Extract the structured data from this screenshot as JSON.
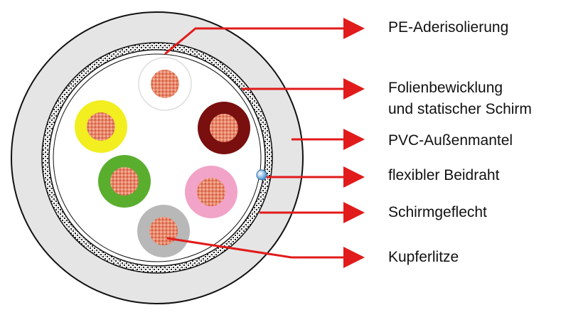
{
  "labels": {
    "insulation": "PE-Aderisolierung",
    "foil_line1": "Folienbewicklung",
    "foil_line2": "und statischer Schirm",
    "jacket": "PVC-Außenmantel",
    "drain_wire": "flexibler Beidraht",
    "braid": "Schirmgeflecht",
    "conductor": "Kupferlitze"
  },
  "cores": [
    {
      "name": "white",
      "color": "#ffffff"
    },
    {
      "name": "yellow",
      "color": "#f2ee1f"
    },
    {
      "name": "brown",
      "color": "#7a0f0f"
    },
    {
      "name": "green",
      "color": "#5aae2e"
    },
    {
      "name": "pink",
      "color": "#f2a3c8"
    },
    {
      "name": "grey",
      "color": "#b8b8b8"
    }
  ],
  "colors": {
    "arrow": "#e11b1b",
    "jacket": "#e5e5e5",
    "copper": "#e8846a"
  }
}
